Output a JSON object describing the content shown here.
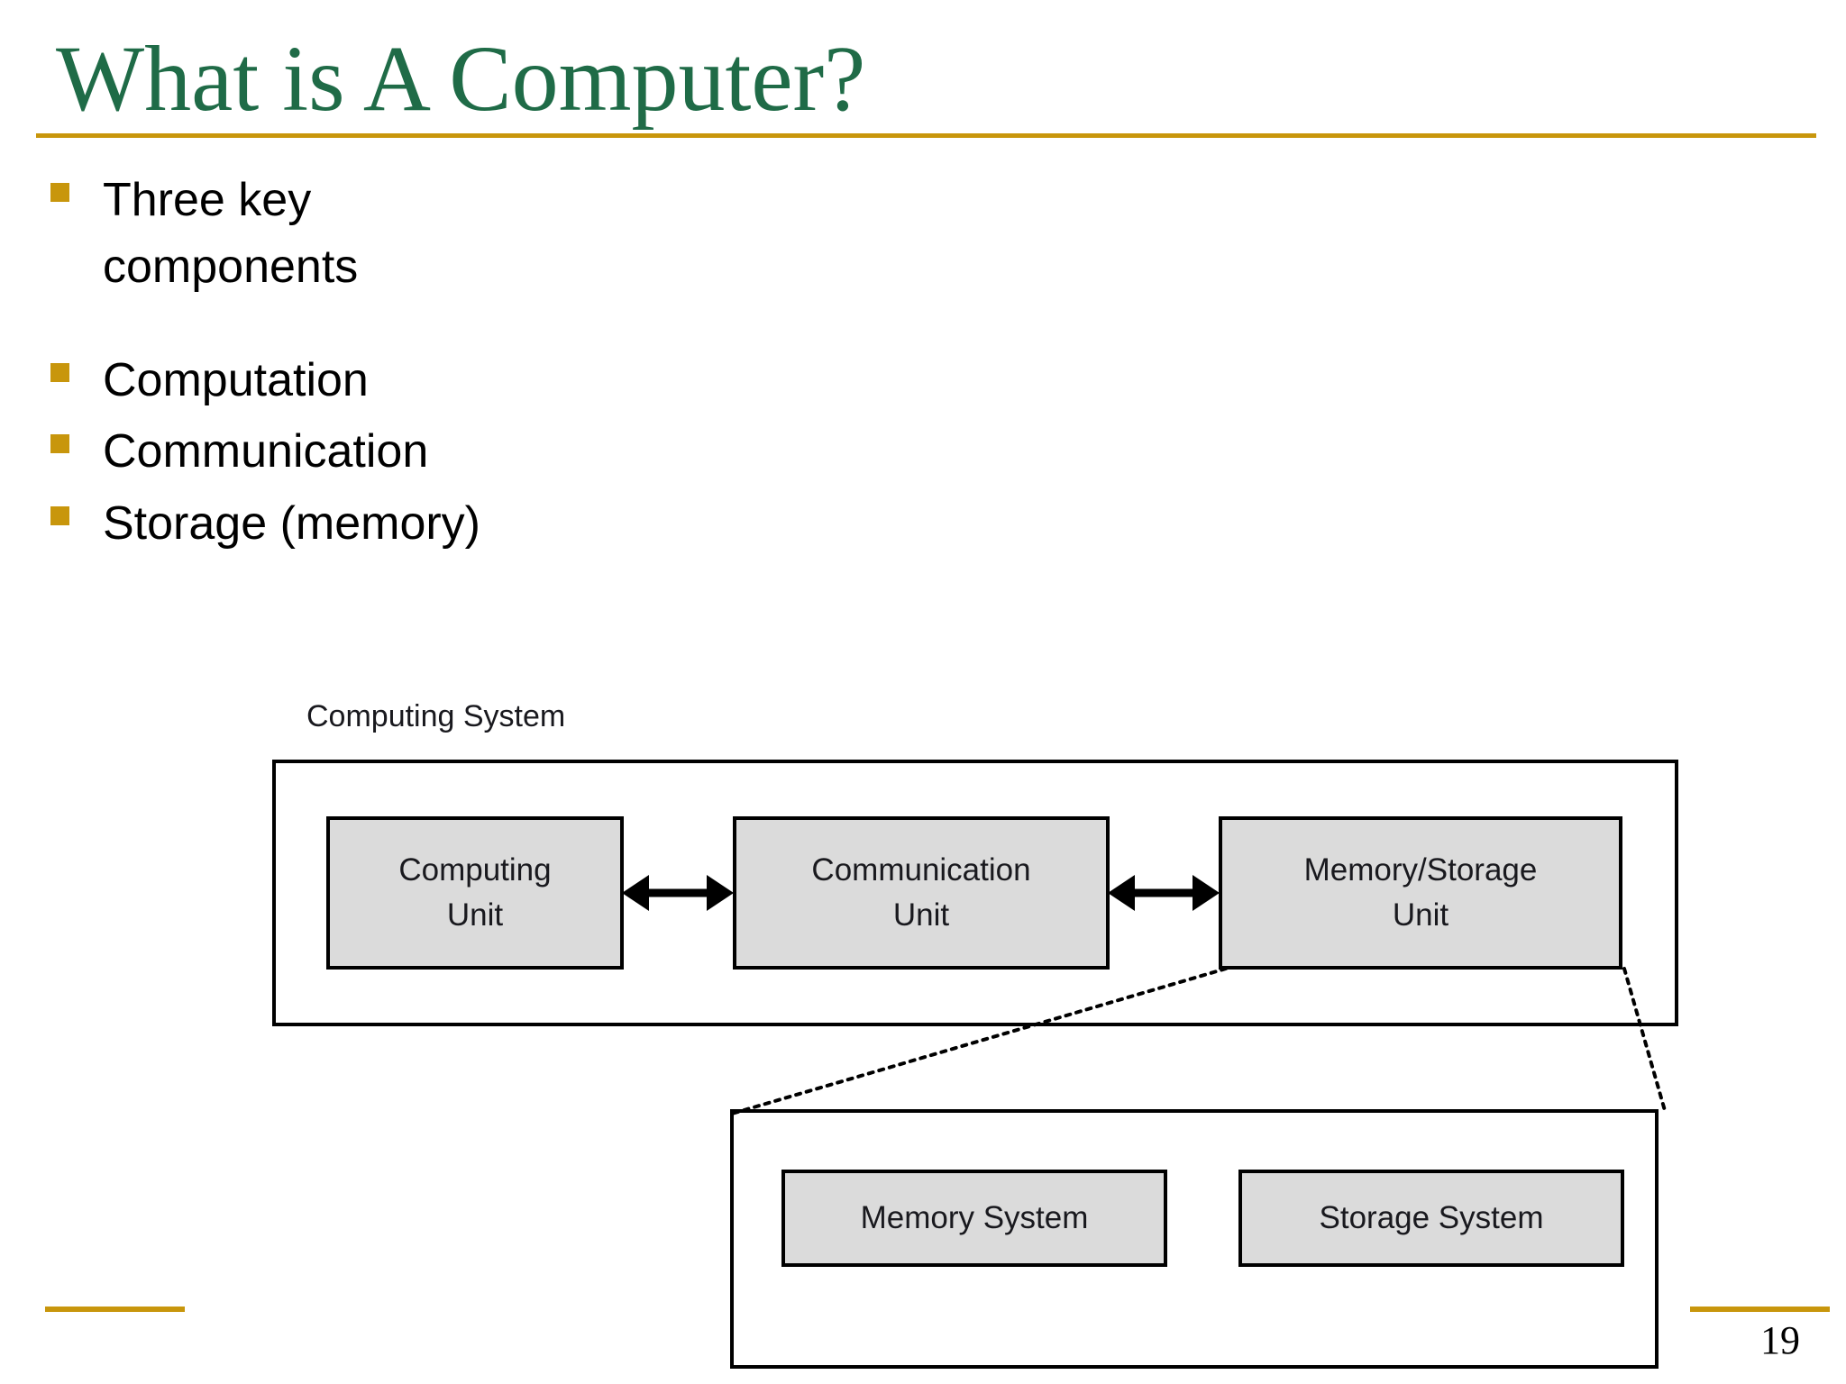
{
  "slide": {
    "title": "What is A Computer?",
    "page_number": "19",
    "accent_color": "#C8960C",
    "title_color": "#1F6B47",
    "box_fill_color": "#DBDBDB"
  },
  "body": {
    "bullets": [
      {
        "text": "Three key components"
      },
      {
        "text": "Computation"
      },
      {
        "text": "Communication"
      },
      {
        "text": "Storage (memory)"
      }
    ]
  },
  "diagram": {
    "system_label": "Computing System",
    "units": [
      {
        "label": "Computing\nUnit"
      },
      {
        "label": "Communication\nUnit"
      },
      {
        "label": "Memory/Storage\nUnit"
      }
    ],
    "detail_units": [
      {
        "label": "Memory System"
      },
      {
        "label": "Storage System"
      }
    ]
  }
}
